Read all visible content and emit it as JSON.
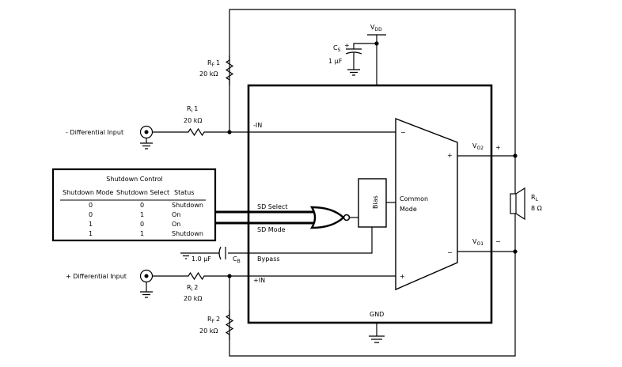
{
  "components": {
    "vdd_main": "V",
    "vdd_sub": "DD",
    "cs_main": "C",
    "cs_sub": "S",
    "cs_plus": "+",
    "cs_value": "1 µF",
    "rf1_main": "R",
    "rf1_sub": "F",
    "rf1_idx": "1",
    "rf1_value": "20 kΩ",
    "ri1_main": "R",
    "ri1_sub": "i",
    "ri1_idx": "1",
    "ri1_value": "20 kΩ",
    "ri2_main": "R",
    "ri2_sub": "i",
    "ri2_idx": "2",
    "ri2_value": "20 kΩ",
    "rf2_main": "R",
    "rf2_sub": "F",
    "rf2_idx": "2",
    "rf2_value": "20 kΩ",
    "cb_value": "1.0 µF",
    "cb_main": "C",
    "cb_sub": "B",
    "rl_main": "R",
    "rl_sub": "L",
    "rl_value": "8 Ω"
  },
  "inputs": {
    "neg": "- Differential Input",
    "pos": "+ Differential Input"
  },
  "pins": {
    "minus_in": "-IN",
    "plus_in": "+IN",
    "sd_select": "SD Select",
    "sd_mode": "SD Mode",
    "bypass": "Bypass",
    "gnd": "GND",
    "bias": "Bias",
    "common": "Common",
    "mode": "Mode",
    "amp_minus": "−",
    "amp_plus": "+",
    "out_plus": "+",
    "out_minus": "−",
    "vo2_main": "V",
    "vo2_sub": "O2",
    "vo1_main": "V",
    "vo1_sub": "O1",
    "spk_plus": "+",
    "spk_minus": "−"
  },
  "shutdown_table": {
    "title": "Shutdown Control",
    "headers": [
      "Shutdown Mode",
      "Shutdown Select",
      "Status"
    ],
    "rows": [
      [
        "0",
        "0",
        "Shutdown"
      ],
      [
        "0",
        "1",
        "On"
      ],
      [
        "1",
        "0",
        "On"
      ],
      [
        "1",
        "1",
        "Shutdown"
      ]
    ]
  }
}
